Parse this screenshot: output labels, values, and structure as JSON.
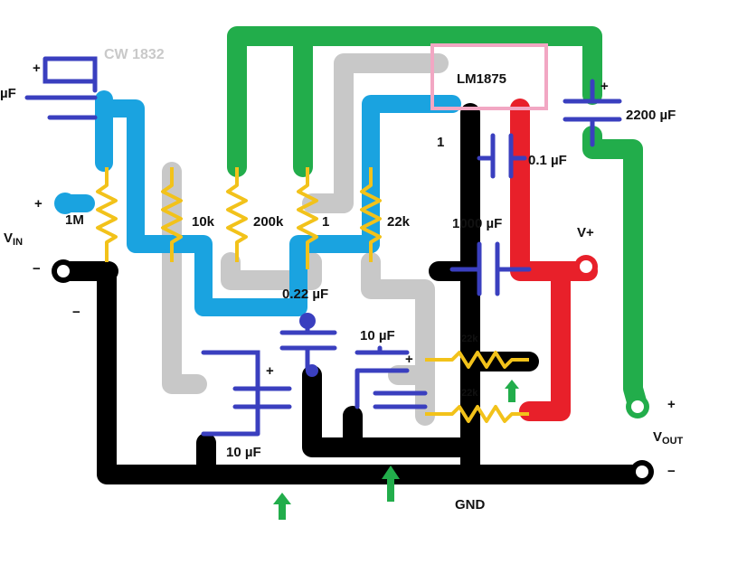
{
  "ic": {
    "name": "LM1875",
    "pin1": "1"
  },
  "watermark": "CW  1832",
  "capacitors": {
    "input": "µF",
    "output": "2200 µF",
    "bypass": "0.1 µF",
    "supply": "1000 µF",
    "feedback": "0.22 µF",
    "bias": "10 µF",
    "bottom": "10 µF"
  },
  "resistors": {
    "r_input": "1M",
    "r_10k": "10k",
    "r_200k": "200k",
    "r_1": "1",
    "r_22k": "22k",
    "r_low_a": "22k",
    "r_low_b": "22k"
  },
  "terminals": {
    "vin": "V",
    "vin_sub": "IN",
    "vout": "V",
    "vout_sub": "OUT",
    "gnd": "GND",
    "vplus": "V+",
    "plus": "+",
    "minus": "−"
  },
  "colors": {
    "green_trace": "#22ad4b",
    "blue_trace": "#1aa3e0",
    "gray_trace": "#c8c8c8",
    "black_trace": "#000000",
    "red_trace": "#e8202a",
    "capacitor": "#3a3fbf",
    "resistor": "#f2c21a",
    "ic_outline": "#f2a7c3",
    "arrow": "#22ad4b"
  }
}
